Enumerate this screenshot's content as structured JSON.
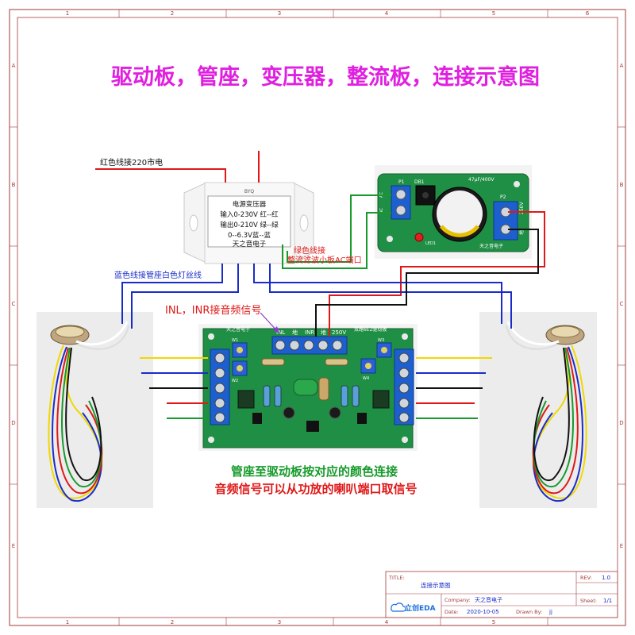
{
  "title": "驱动板，管座，变压器，整流板，连接示意图",
  "frame": {
    "col_labels": [
      "1",
      "2",
      "3",
      "4",
      "5",
      "6"
    ],
    "row_labels": [
      "A",
      "B",
      "C",
      "D",
      "E"
    ]
  },
  "transformer": {
    "brand": "BYQ",
    "lines": [
      "电源变压器",
      "输入0-230V 红--红",
      "输出0-210V 绿--绿",
      "0--6.3V蓝--蓝",
      "天之音电子"
    ]
  },
  "rectifier_board": {
    "p1": "P1",
    "p1_ac": [
      "AC",
      "AC"
    ],
    "bridge": "DB1",
    "cap": "47μF/400V",
    "led": "LED1",
    "p2": "P2",
    "p2_label": "250V",
    "p2_gnd": "地",
    "brand": "天之音电子"
  },
  "driver_board": {
    "brand": "天之音电子",
    "terminals": [
      "INL",
      "地",
      "INR",
      "地",
      "250V"
    ],
    "model": "双路6E2驱动板",
    "marks": [
      "W1",
      "W2",
      "W3",
      "W4"
    ]
  },
  "annotations": {
    "red_mains": "红色线接220市电",
    "green_wire": "绿色线接",
    "rectifier_ac": "整流滤波小板AC端口",
    "blue_wire": "蓝色线接管座白色灯丝线",
    "inl_inr": "INL，INR接音频信号",
    "color_match": "管座至驱动板按对应的颜色连接",
    "audio_signal": "音频信号可以从功放的喇叭端口取信号"
  },
  "title_block": {
    "title_label": "TITLE:",
    "title_value": "连接示意图",
    "rev_label": "REV:",
    "rev_value": "1.0",
    "logo": "立创EDA",
    "company_label": "Company:",
    "company_value": "天之音电子",
    "sheet_label": "Sheet:",
    "sheet_value": "1/1",
    "date_label": "Date:",
    "date_value": "2020-10-05",
    "drawn_label": "Drawn By:",
    "drawn_value": "jj"
  },
  "colors": {
    "title_magenta": "#e020e0",
    "wire_red": "#e01818",
    "wire_blue": "#1a2cc8",
    "wire_green": "#169a2a",
    "wire_yellow": "#f0d800",
    "wire_black": "#111111",
    "pcb_green": "#1f8f45",
    "terminal_blue": "#1e5fd0",
    "frame": "#a33a3a"
  }
}
